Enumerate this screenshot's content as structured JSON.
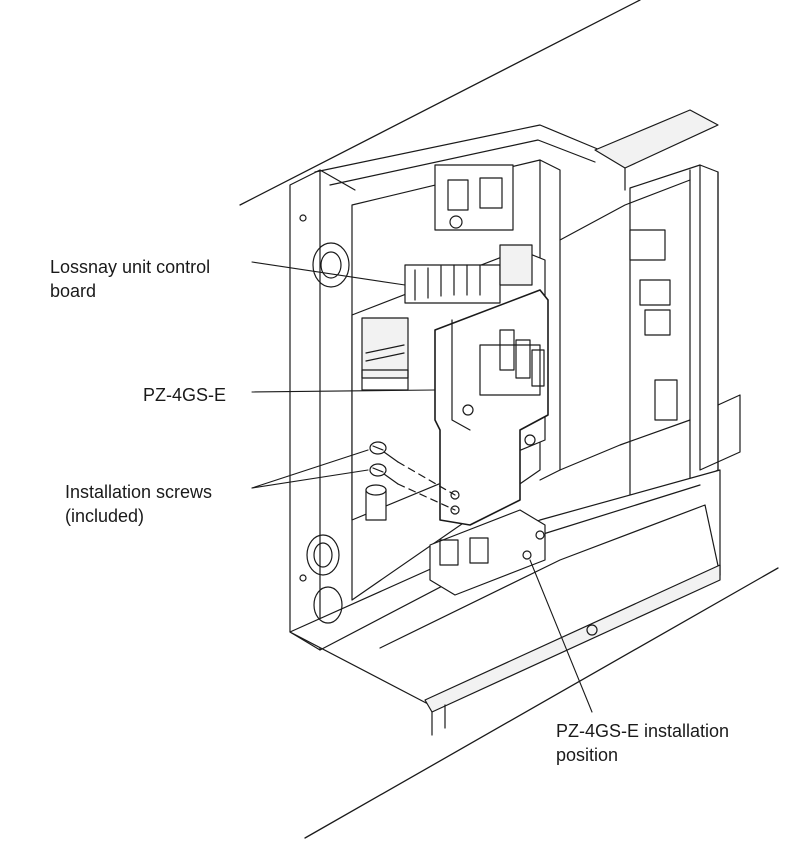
{
  "labels": {
    "control_board": {
      "line1": "Lossnay unit control",
      "line2": "board"
    },
    "pz4gse": {
      "text": "PZ-4GS-E"
    },
    "screws": {
      "line1": "Installation screws",
      "line2": "(included)"
    },
    "install_position": {
      "line1": "PZ-4GS-E installation",
      "line2": "position"
    }
  },
  "colors": {
    "line": "#1a1a1a",
    "fill": "#ffffff",
    "shade": "#f2f2f2"
  }
}
